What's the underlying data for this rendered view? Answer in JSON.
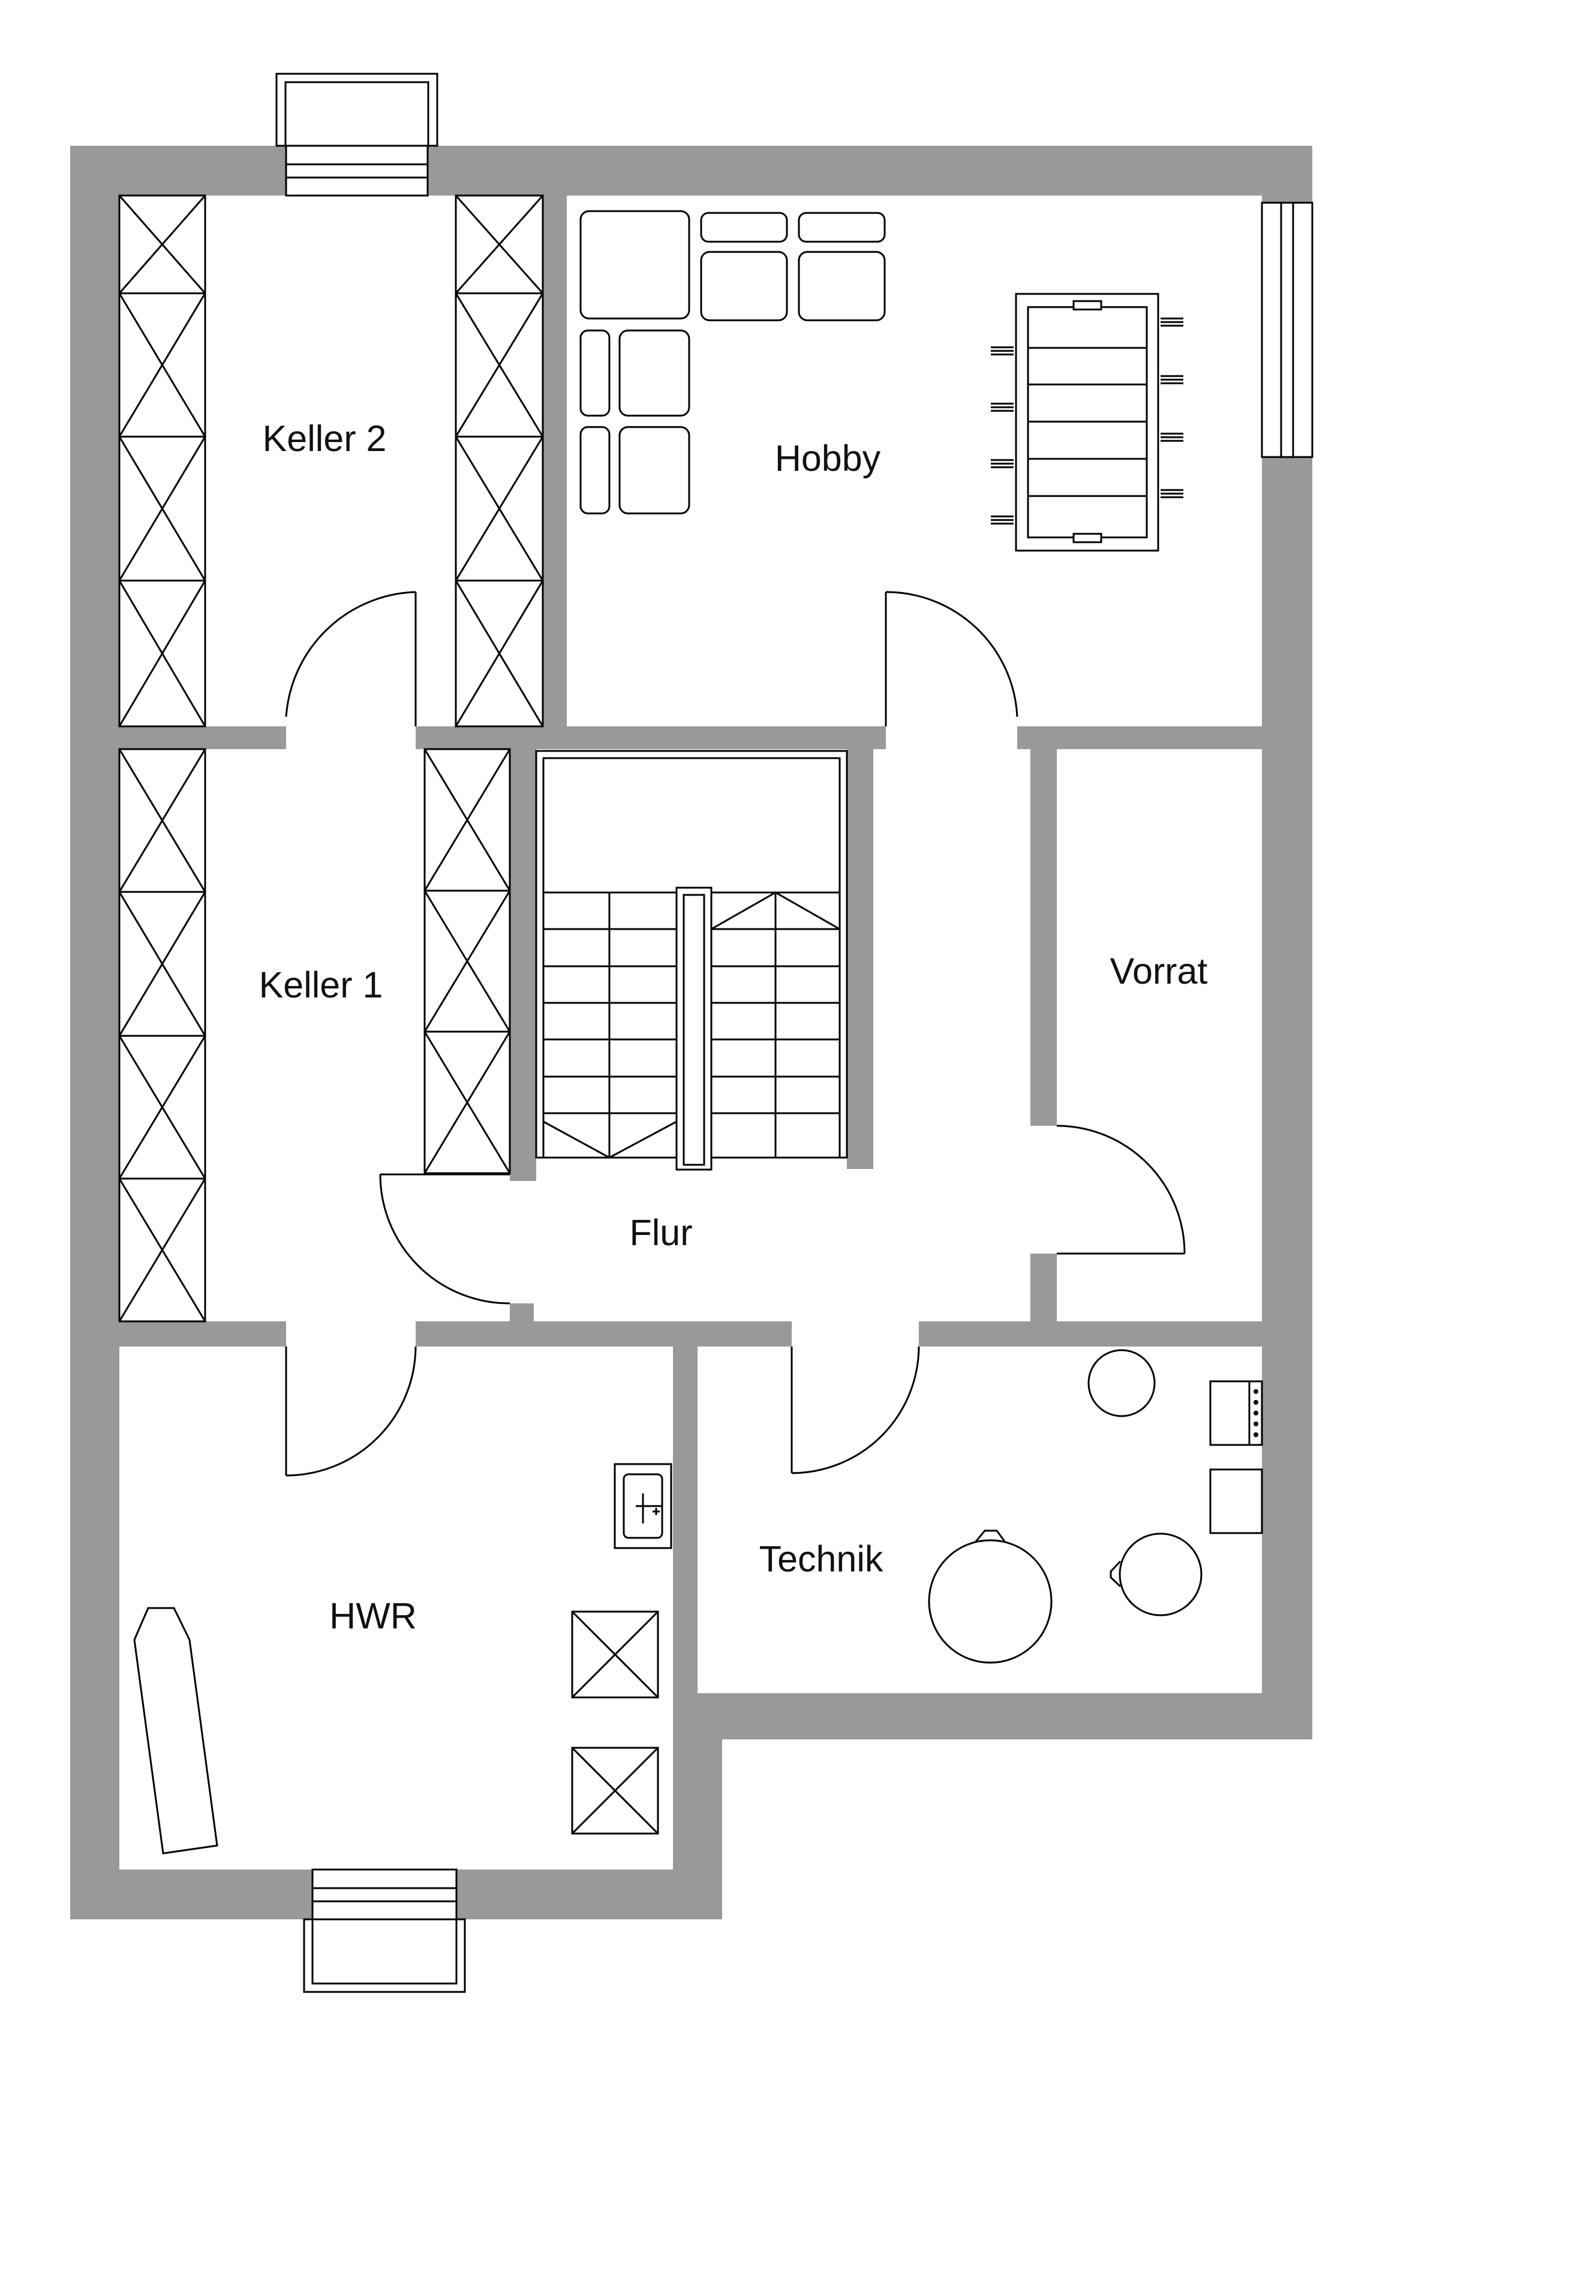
{
  "rooms": {
    "keller2": "Keller 2",
    "hobby": "Hobby",
    "keller1": "Keller 1",
    "vorrat": "Vorrat",
    "flur": "Flur",
    "hwr": "HWR",
    "technik": "Technik"
  },
  "colors": {
    "wall": "#999999",
    "line": "#000000",
    "background": "#ffffff"
  }
}
